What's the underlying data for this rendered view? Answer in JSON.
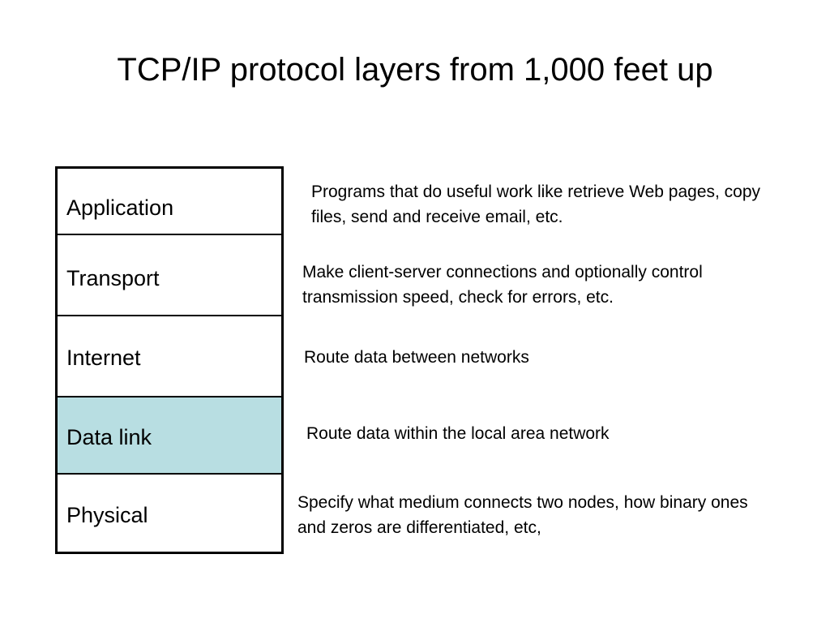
{
  "slide": {
    "title": "TCP/IP protocol layers from 1,000 feet up",
    "background_color": "#ffffff",
    "text_color": "#000000",
    "highlight_color": "#b8dee2"
  },
  "layer_stack": {
    "name": "TCP/IP protocol layers",
    "rows": [
      {
        "label": "Application",
        "highlighted": false
      },
      {
        "label": "Transport",
        "highlighted": false
      },
      {
        "label": "Internet",
        "highlighted": false
      },
      {
        "label": "Data link",
        "highlighted": true
      },
      {
        "label": "Physical",
        "highlighted": false
      }
    ]
  },
  "descriptions": [
    {
      "layer": "Application",
      "text": "Programs that do useful work like retrieve Web pages, copy files, send and receive email, etc."
    },
    {
      "layer": "Transport",
      "text": "Make client-server connections and optionally control transmission speed, check for errors, etc."
    },
    {
      "layer": "Internet",
      "text": "Route data between networks"
    },
    {
      "layer": "Data link",
      "text": "Route data within the local area network"
    },
    {
      "layer": "Physical",
      "text": "Specify what medium connects two nodes, how binary ones and zeros are differentiated, etc,"
    }
  ]
}
